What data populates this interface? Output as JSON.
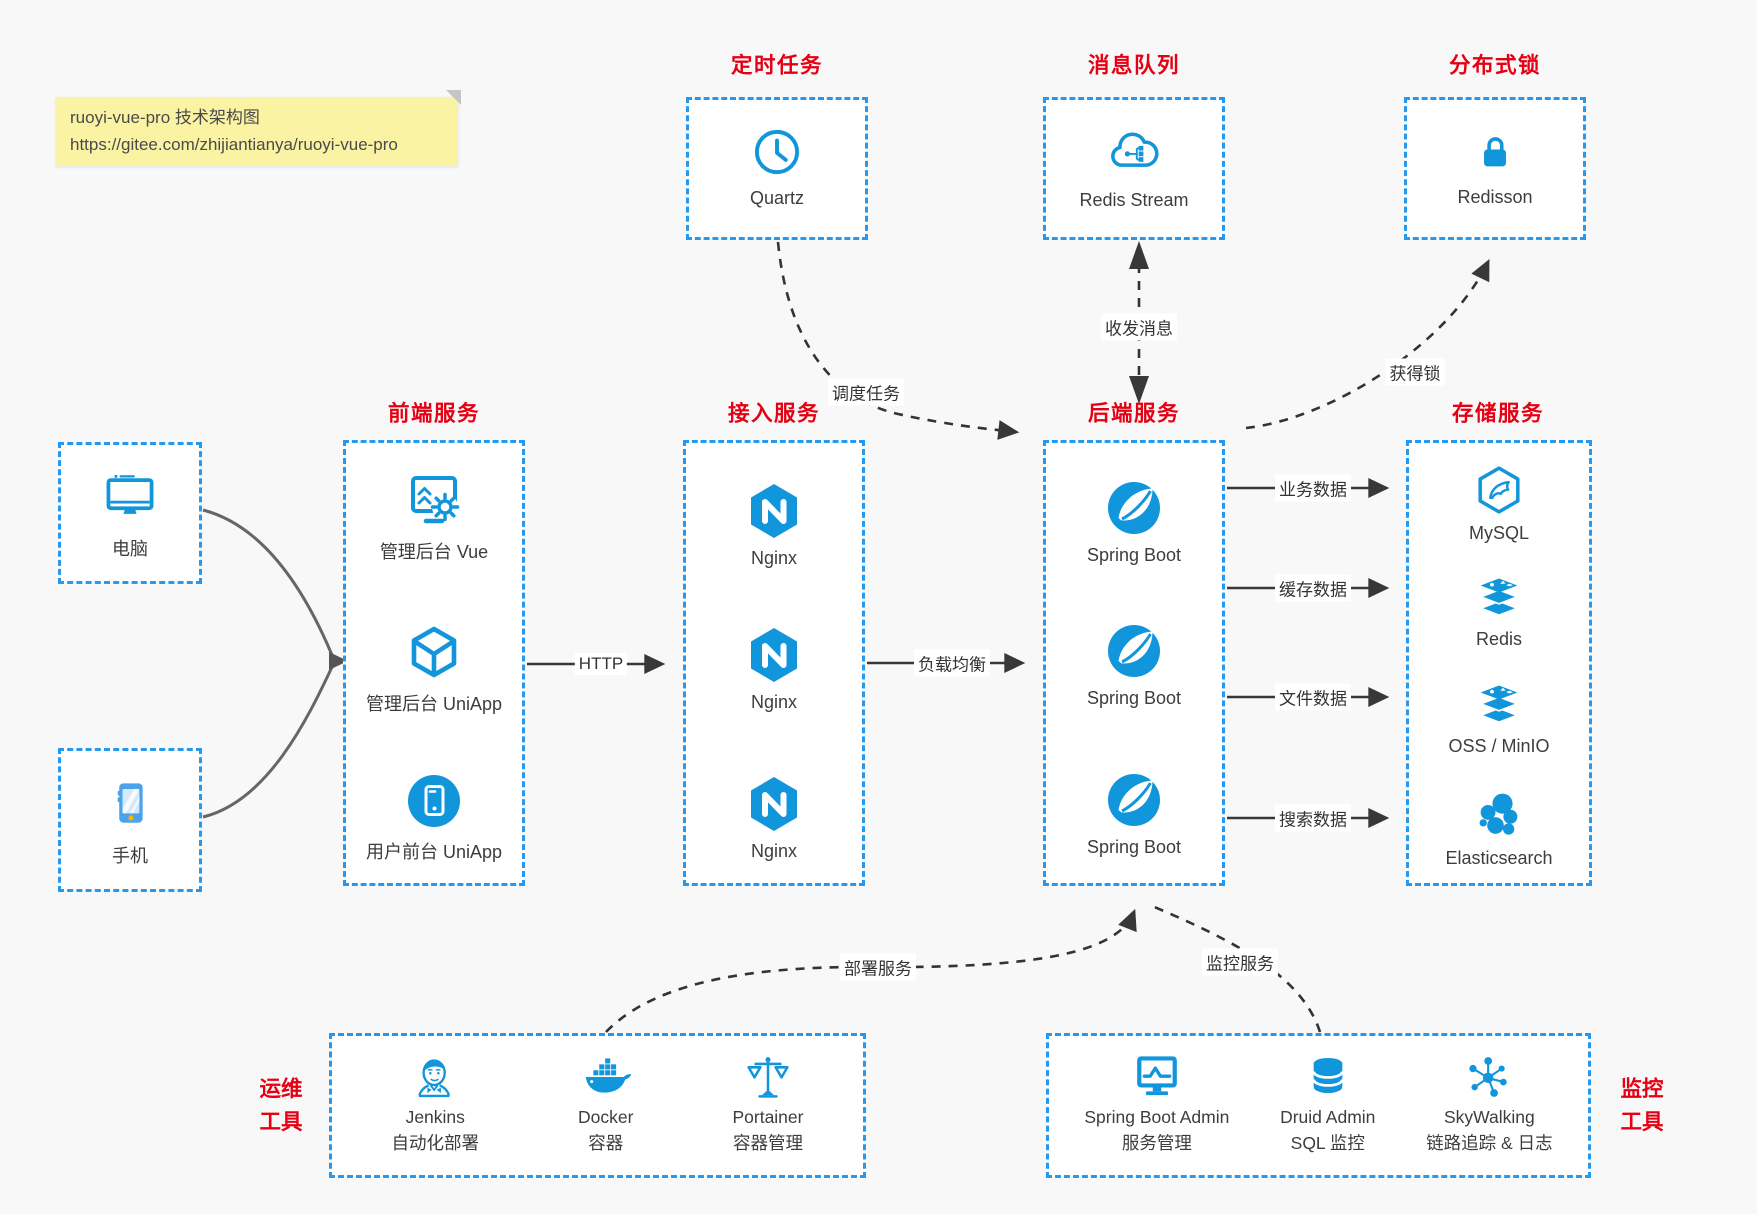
{
  "note": {
    "line1": "ruoyi-vue-pro 技术架构图",
    "line2": "https://gitee.com/zhijiantianya/ruoyi-vue-pro"
  },
  "top_groups": [
    {
      "title": "定时任务",
      "item": {
        "icon": "clock-icon",
        "label": "Quartz"
      }
    },
    {
      "title": "消息队列",
      "item": {
        "icon": "cloud-stream-icon",
        "label": "Redis Stream"
      }
    },
    {
      "title": "分布式锁",
      "item": {
        "icon": "lock-icon",
        "label": "Redisson"
      }
    }
  ],
  "clients": [
    {
      "icon": "desktop-icon",
      "label": "电脑"
    },
    {
      "icon": "smartphone-icon",
      "label": "手机"
    }
  ],
  "columns": [
    {
      "title": "前端服务",
      "items": [
        {
          "icon": "admin-web-icon",
          "label": "管理后台 Vue"
        },
        {
          "icon": "uniapp-cube-icon",
          "label": "管理后台 UniApp"
        },
        {
          "icon": "mobile-app-icon",
          "label": "用户前台 UniApp"
        }
      ]
    },
    {
      "title": "接入服务",
      "items": [
        {
          "icon": "nginx-icon",
          "label": "Nginx"
        },
        {
          "icon": "nginx-icon",
          "label": "Nginx"
        },
        {
          "icon": "nginx-icon",
          "label": "Nginx"
        }
      ]
    },
    {
      "title": "后端服务",
      "items": [
        {
          "icon": "spring-boot-icon",
          "label": "Spring Boot"
        },
        {
          "icon": "spring-boot-icon",
          "label": "Spring Boot"
        },
        {
          "icon": "spring-boot-icon",
          "label": "Spring Boot"
        }
      ]
    },
    {
      "title": "存储服务",
      "items": [
        {
          "icon": "mysql-icon",
          "label": "MySQL"
        },
        {
          "icon": "redis-icon",
          "label": "Redis"
        },
        {
          "icon": "oss-minio-icon",
          "label": "OSS / MinIO"
        },
        {
          "icon": "elasticsearch-icon",
          "label": "Elasticsearch"
        }
      ]
    }
  ],
  "bottom_groups": [
    {
      "title_line1": "运维",
      "title_line2": "工具",
      "items": [
        {
          "icon": "jenkins-icon",
          "label": "Jenkins",
          "sublabel": "自动化部署"
        },
        {
          "icon": "docker-icon",
          "label": "Docker",
          "sublabel": "容器"
        },
        {
          "icon": "portainer-icon",
          "label": "Portainer",
          "sublabel": "容器管理"
        }
      ]
    },
    {
      "title_line1": "监控",
      "title_line2": "工具",
      "items": [
        {
          "icon": "spring-boot-admin-icon",
          "label": "Spring Boot Admin",
          "sublabel": "服务管理"
        },
        {
          "icon": "druid-icon",
          "label": "Druid Admin",
          "sublabel": "SQL 监控"
        },
        {
          "icon": "skywalking-icon",
          "label": "SkyWalking",
          "sublabel": "链路追踪 & 日志"
        }
      ]
    }
  ],
  "edges": {
    "http": "HTTP",
    "load_balance": "负载均衡",
    "schedule_task": "调度任务",
    "send_receive_message": "收发消息",
    "acquire_lock": "获得锁",
    "business_data": "业务数据",
    "cache_data": "缓存数据",
    "file_data": "文件数据",
    "search_data": "搜索数据",
    "deploy_service": "部署服务",
    "monitor_service": "监控服务"
  },
  "colors": {
    "icon_blue": "#1296db",
    "border_blue": "#2598f0",
    "title_red": "#e60013",
    "arrow_dark": "#383838",
    "client_arrow_gray": "#666666",
    "note_bg": "#fbf3a4",
    "canvas_bg": "#f8f8f8"
  }
}
